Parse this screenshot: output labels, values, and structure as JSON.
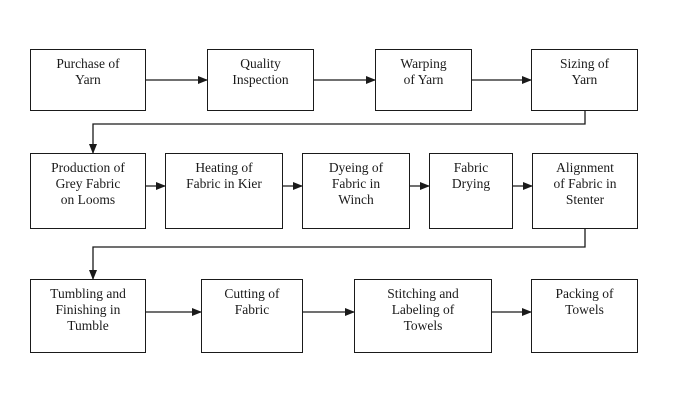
{
  "diagram": {
    "steps": [
      {
        "id": "purchase-of-yarn",
        "label": "Purchase of\nYarn"
      },
      {
        "id": "quality-inspection",
        "label": "Quality\nInspection"
      },
      {
        "id": "warping-of-yarn",
        "label": "Warping\nof Yarn"
      },
      {
        "id": "sizing-of-yarn",
        "label": "Sizing of\nYarn"
      },
      {
        "id": "production-of-grey-fabric",
        "label": "Production of\nGrey Fabric\non Looms"
      },
      {
        "id": "heating-of-fabric",
        "label": "Heating of\nFabric in Kier"
      },
      {
        "id": "dyeing-of-fabric",
        "label": "Dyeing of\nFabric in\nWinch"
      },
      {
        "id": "fabric-drying",
        "label": "Fabric\nDrying"
      },
      {
        "id": "alignment-of-fabric",
        "label": "Alignment\nof Fabric in\nStenter"
      },
      {
        "id": "tumbling-and-finishing",
        "label": "Tumbling and\nFinishing in\nTumble"
      },
      {
        "id": "cutting-of-fabric",
        "label": "Cutting of\nFabric"
      },
      {
        "id": "stitching-and-labeling",
        "label": "Stitching and\nLabeling of\nTowels"
      },
      {
        "id": "packing-of-towels",
        "label": "Packing of\nTowels"
      }
    ]
  }
}
